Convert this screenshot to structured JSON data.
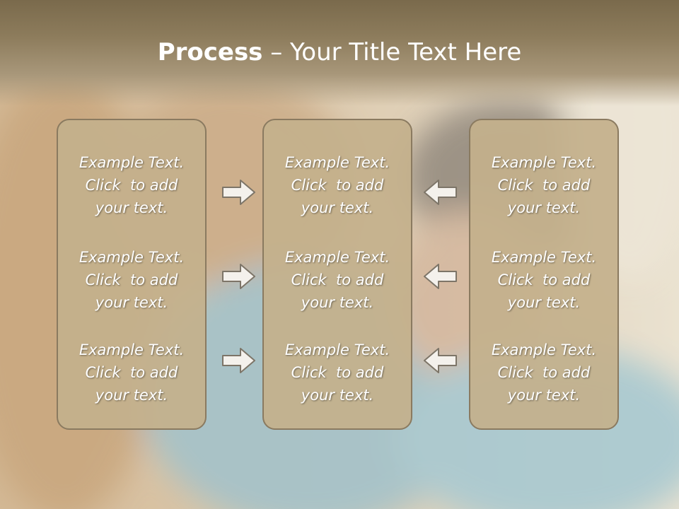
{
  "title": {
    "bold": "Process",
    "rest": " – Your Title Text Here"
  },
  "panels": [
    {
      "items": [
        {
          "line1": "Example Text.",
          "line2": "Click  to add",
          "line3": "your text."
        },
        {
          "line1": "Example Text.",
          "line2": "Click  to add",
          "line3": "your text."
        },
        {
          "line1": "Example Text.",
          "line2": "Click  to add",
          "line3": "your text."
        }
      ]
    },
    {
      "items": [
        {
          "line1": "Example Text.",
          "line2": "Click  to add",
          "line3": "your text."
        },
        {
          "line1": "Example Text.",
          "line2": "Click  to add",
          "line3": "your text."
        },
        {
          "line1": "Example Text.",
          "line2": "Click  to add",
          "line3": "your text."
        }
      ]
    },
    {
      "items": [
        {
          "line1": "Example Text.",
          "line2": "Click  to add",
          "line3": "your text."
        },
        {
          "line1": "Example Text.",
          "line2": "Click  to add",
          "line3": "your text."
        },
        {
          "line1": "Example Text.",
          "line2": "Click  to add",
          "line3": "your text."
        }
      ]
    }
  ],
  "arrows": {
    "left_column": "arrow-right-icon",
    "right_column": "arrow-left-icon"
  },
  "colors": {
    "panel_fill": "#c4b08c",
    "panel_border": "#8a7a60",
    "title_bar": "#8d7c5c",
    "text": "#ffffff"
  }
}
